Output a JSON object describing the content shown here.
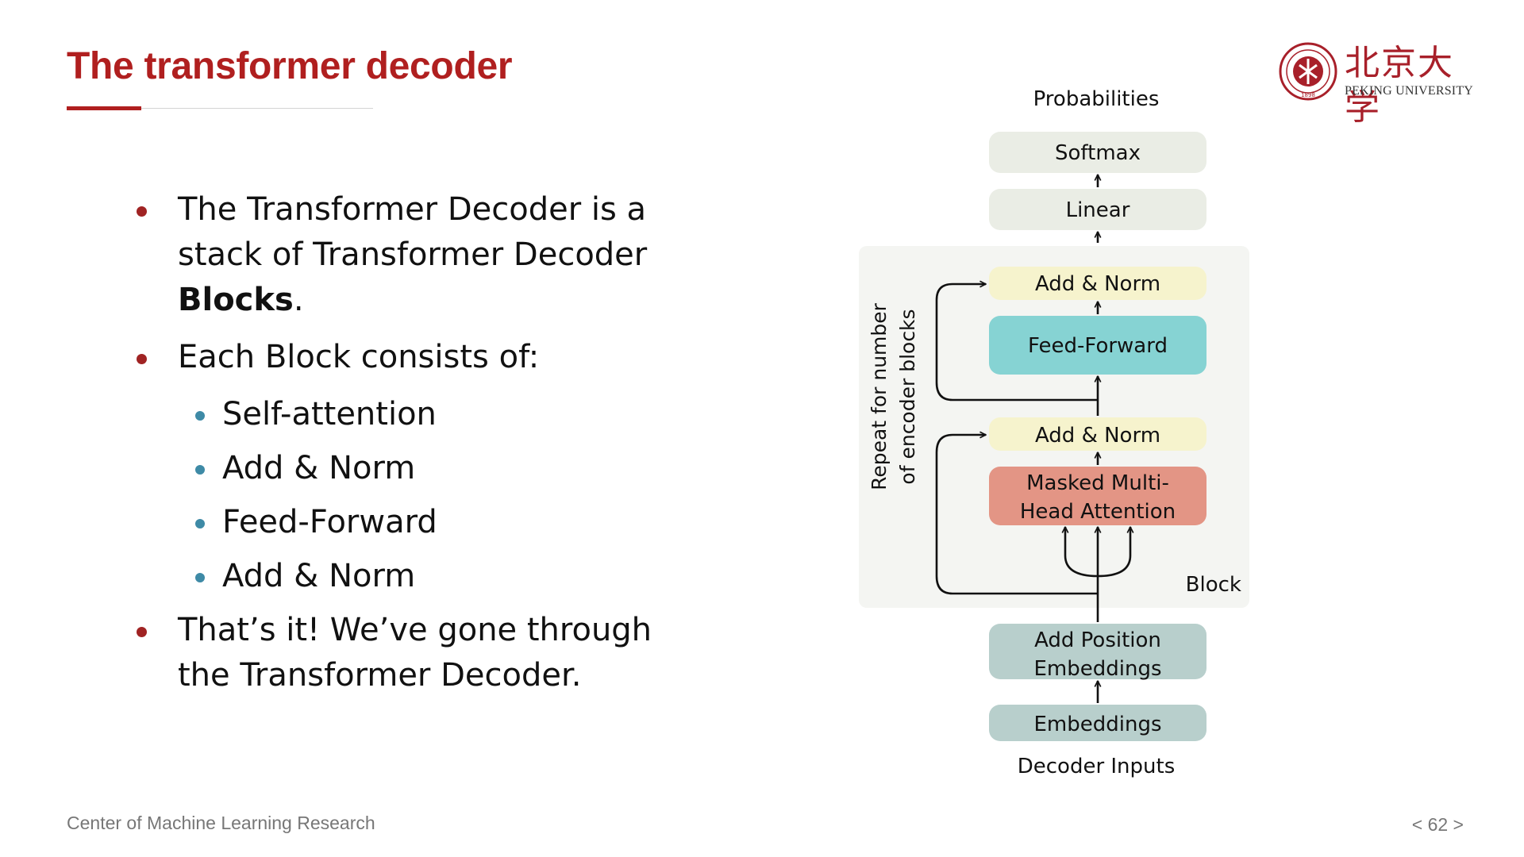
{
  "slide": {
    "title": "The transformer decoder"
  },
  "logo": {
    "name_cn": "北京大学",
    "name_en": "PEKING UNIVERSITY",
    "seal_years": "1898"
  },
  "bullets": {
    "b1_line1": "The Transformer Decoder is a",
    "b1_line2": "stack of Transformer Decoder",
    "b1_bold": "Blocks",
    "b1_end": ".",
    "b2": "Each Block consists of:",
    "sub1": "Self-attention",
    "sub2": "Add & Norm",
    "sub3": "Feed-Forward",
    "sub4": "Add & Norm",
    "b3_line1": "That’s it! We’ve gone through",
    "b3_line2": "the Transformer Decoder."
  },
  "diagram": {
    "output_label": "Probabilities",
    "softmax": "Softmax",
    "linear": "Linear",
    "add_norm_top": "Add & Norm",
    "feed_forward": "Feed-Forward",
    "add_norm_bottom": "Add & Norm",
    "masked_line1": "Masked Multi-",
    "masked_line2": "Head Attention",
    "block_label": "Block",
    "repeat_line1": "Repeat  for number",
    "repeat_line2": "of encoder blocks",
    "pos_line1": "Add Position",
    "pos_line2": "Embeddings",
    "embeddings": "Embeddings",
    "input_label": "Decoder Inputs",
    "colors": {
      "block_bg": "#f4f5f2",
      "softmax_linear": "#eaede5",
      "add_norm": "#f6f3cd",
      "feed_forward": "#86d3d3",
      "masked_attention": "#e39585",
      "embeddings": "#b8cfcc"
    }
  },
  "footer": {
    "left": "Center of Machine Learning Research",
    "page": "< 62 >"
  }
}
